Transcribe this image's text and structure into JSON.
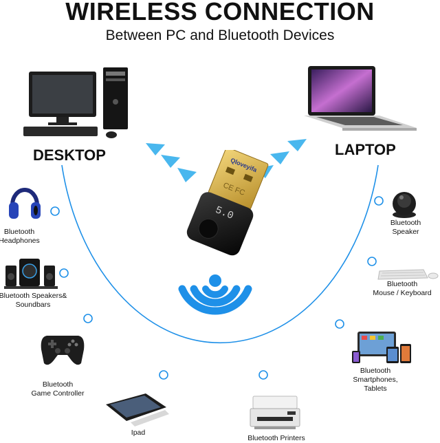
{
  "header": {
    "title": "WIRELESS CONNECTION",
    "subtitle": "Between PC and Bluetooth Devices"
  },
  "colors": {
    "accent_blue": "#1e90e8",
    "arrow_blue": "#49b7ee",
    "gold": "#d9b64a",
    "dongle_black": "#141414"
  },
  "dongle": {
    "logo_text": "Qloveyifa",
    "cert_text": "CE FC",
    "version_text": "5.0"
  },
  "devices": {
    "desktop": {
      "label": "DESKTOP",
      "icon": "desktop-computer-icon"
    },
    "laptop": {
      "label": "LAPTOP",
      "icon": "laptop-icon"
    },
    "headphones": {
      "line1": "Bluetooth",
      "line2": "Headphones",
      "icon": "headphones-icon"
    },
    "speakers_soundbars": {
      "line1": "Bluetooth Speakers&",
      "line2": "Soundbars",
      "icon": "speakers-icon"
    },
    "game_controller": {
      "line1": "Bluetooth",
      "line2": "Game Controller",
      "icon": "gamepad-icon"
    },
    "ipad": {
      "line1": "Ipad",
      "icon": "tablet-icon"
    },
    "printers": {
      "line1": "Bluetooth Printers",
      "icon": "printer-icon"
    },
    "speaker": {
      "line1": "Bluetooth",
      "line2": "Speaker",
      "icon": "round-speaker-icon"
    },
    "mouse_keyboard": {
      "line1": "Bluetooth",
      "line2": "Mouse / Keyboard",
      "icon": "keyboard-mouse-icon"
    },
    "smartphones_tablets": {
      "line1": "Bluetooth",
      "line2": "Smartphones,",
      "line3": "Tablets",
      "icon": "smartphones-icon"
    }
  }
}
